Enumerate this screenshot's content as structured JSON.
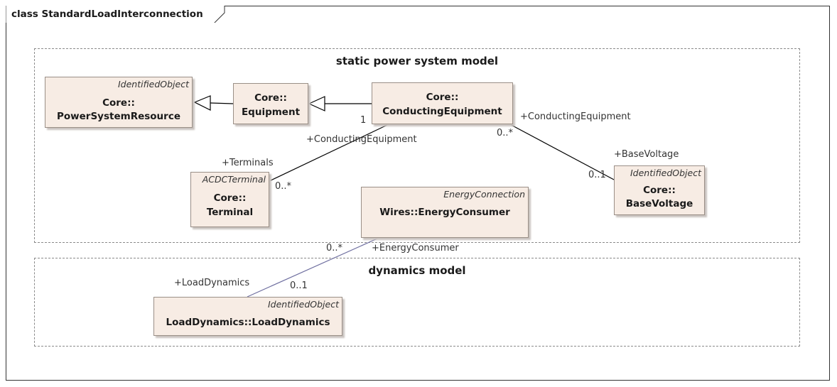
{
  "diagram": {
    "frame_title": "class StandardLoadInterconnection",
    "packages": {
      "static": "static power system model",
      "dynamics": "dynamics model"
    },
    "classes": {
      "power_system_resource": {
        "stereotype": "IdentifiedObject",
        "line1": "Core::",
        "line2": "PowerSystemResource"
      },
      "equipment": {
        "stereotype": "",
        "line1": "Core::",
        "line2": "Equipment"
      },
      "conducting_equipment": {
        "stereotype": "",
        "line1": "Core::",
        "line2": "ConductingEquipment"
      },
      "terminal": {
        "stereotype": "ACDCTerminal",
        "line1": "Core::",
        "line2": "Terminal"
      },
      "energy_consumer": {
        "stereotype": "EnergyConnection",
        "line1": "Wires::EnergyConsumer"
      },
      "base_voltage": {
        "stereotype": "IdentifiedObject",
        "line1": "Core::",
        "line2": "BaseVoltage"
      },
      "load_dynamics": {
        "stereotype": "IdentifiedObject",
        "line1": "LoadDynamics::LoadDynamics"
      }
    },
    "labels": {
      "ce_terminal_role": "+ConductingEquipment",
      "ce_terminal_mult": "1",
      "terminals_role": "+Terminals",
      "terminals_mult": "0..*",
      "ce_bv_role": "+ConductingEquipment",
      "ce_bv_mult": "0..*",
      "bv_role": "+BaseVoltage",
      "bv_mult": "0..1",
      "ec_role": "+EnergyConsumer",
      "ec_mult": "0..*",
      "ld_role": "+LoadDynamics",
      "ld_mult": "0..1"
    },
    "colors": {
      "class_fill": "#f7ece4",
      "dynamics_link": "#6f6fa0"
    }
  }
}
